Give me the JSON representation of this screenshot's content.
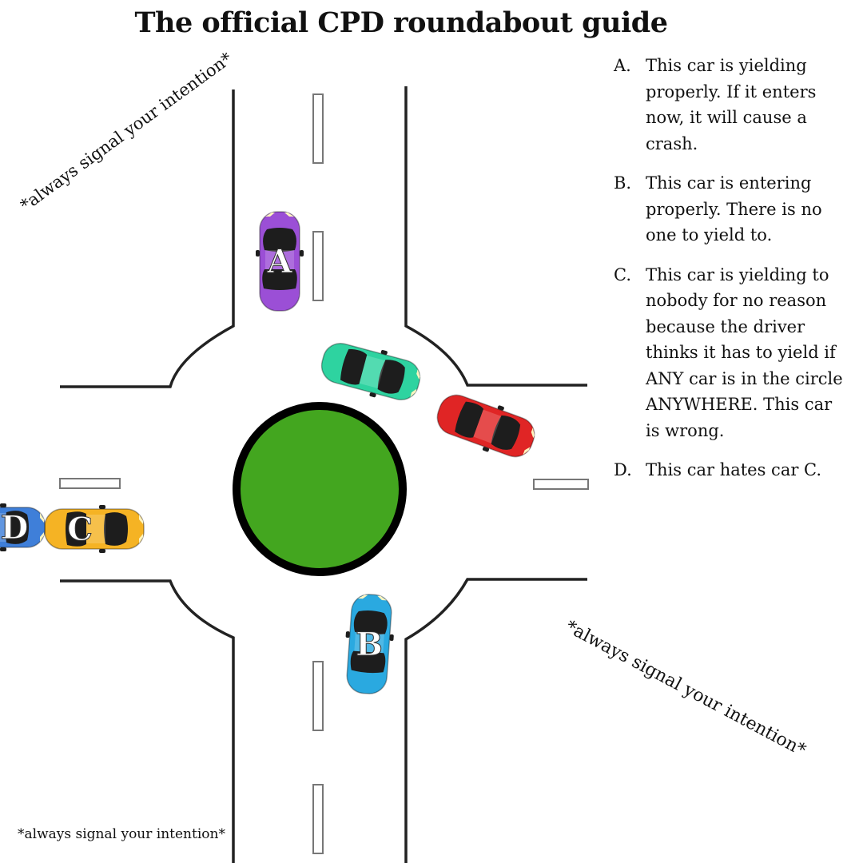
{
  "title": "The official CPD roundabout guide",
  "notes": {
    "top_left": "*always signal your intention*",
    "bottom_right": "*always signal your intention*",
    "bottom_left": "*always signal your intention*"
  },
  "legend": [
    {
      "letter": "A.",
      "text": "This car is yielding properly. If it enters now, it will cause a crash."
    },
    {
      "letter": "B.",
      "text": "This car is entering properly. There is no one to yield to."
    },
    {
      "letter": "C.",
      "text": "This car is yielding to nobody for no reason because the driver thinks it has to yield if ANY car is in the circle ANYWHERE. This car is wrong."
    },
    {
      "letter": "D.",
      "text": "This car hates car C."
    }
  ],
  "cars": {
    "a": {
      "label": "A",
      "color": "#9b4fd6"
    },
    "b": {
      "label": "B",
      "color": "#2aa9e0"
    },
    "c": {
      "label": "C",
      "color": "#f5b324"
    },
    "d": {
      "label": "D",
      "color": "#3f7fd9"
    },
    "teal": {
      "label": "",
      "color": "#2ed3a0"
    },
    "red": {
      "label": "",
      "color": "#e02525"
    }
  },
  "colors": {
    "island_fill": "#43a61f",
    "island_ring": "#000000",
    "road_edge": "#222222"
  }
}
